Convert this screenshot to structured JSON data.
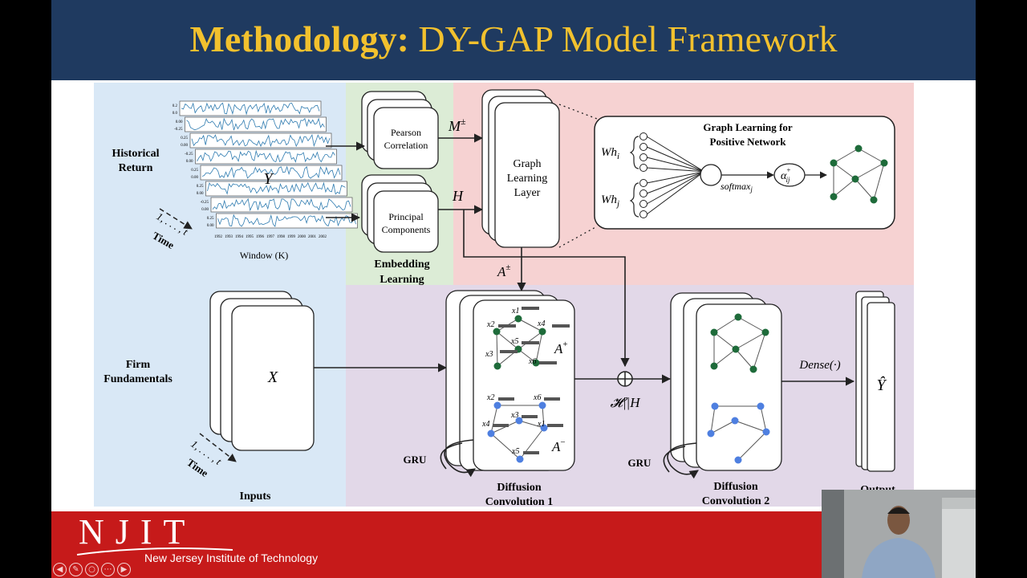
{
  "slide": {
    "title_bold": "Methodology:",
    "title_rest": " DY-GAP Model Framework"
  },
  "diagram": {
    "historical_return": [
      "Historical",
      "Return"
    ],
    "window_label": "Window (K)",
    "y_label": "Y",
    "time_seq": "1, . . . , t",
    "time_label": "Time",
    "years": [
      "1992",
      "1993",
      "1994",
      "1995",
      "1996",
      "1997",
      "1998",
      "1999",
      "2000",
      "2001",
      "2002"
    ],
    "mini_ticks": [
      "0.2",
      "0.0",
      "0.00",
      "-0.25",
      "0.25",
      "0.00",
      "-0.25",
      "0.00",
      "0.25",
      "0.00",
      "0.25",
      "0.00",
      "-0.25",
      "0.00",
      "0.25",
      "0.00"
    ],
    "pearson": [
      "Pearson",
      "Correlation"
    ],
    "principal": [
      "Principal",
      "Components"
    ],
    "embedding": [
      "Embedding",
      "Learning"
    ],
    "m_pm": "M",
    "m_sup": "±",
    "h_label": "H",
    "graph_learning_layer": [
      "Graph",
      "Learning",
      "Layer"
    ],
    "gl_title": [
      "Graph Learning for",
      "Positive Network"
    ],
    "wh_i": "Wh",
    "wh_i_sub": "i",
    "wh_j": "Wh",
    "wh_j_sub": "j",
    "softmax": "softmax",
    "softmax_sub": "j",
    "alpha": "α",
    "alpha_sup": "+",
    "alpha_sub": "ij",
    "a_pm": "A",
    "a_pm_sup": "±",
    "firm_fundamentals": [
      "Firm",
      "Fundamentals"
    ],
    "x_label": "X",
    "inputs": "Inputs",
    "a_plus": "A",
    "a_plus_sup": "+",
    "a_minus": "A",
    "a_minus_sup": "−",
    "pos_nodes": [
      "x1",
      "x2",
      "x4",
      "x5",
      "x3",
      "x6"
    ],
    "neg_nodes": [
      "x2",
      "x6",
      "x3",
      "x4",
      "x1",
      "x5"
    ],
    "gru": "GRU",
    "diffusion1": [
      "Diffusion",
      "Convolution 1"
    ],
    "diffusion2": [
      "Diffusion",
      "Convolution 2"
    ],
    "concat": "𝓗||H",
    "dense": "Dense(·)",
    "y_hat": "Ŷ",
    "output": "Output"
  },
  "footer": {
    "logo": "NJIT",
    "institute": "New Jersey Institute of Technology",
    "nav_icons": [
      "arrow-left-icon",
      "pen-icon",
      "circle-icon",
      "menu-icon",
      "arrow-right-icon"
    ]
  },
  "colors": {
    "header_bg": "#1f3a60",
    "title_color": "#f2c12e",
    "footer_bg": "#c61a1a",
    "panel_blue": "#d9e8f6",
    "panel_green": "#dcecd6",
    "panel_red": "#f6d2d2",
    "panel_purple": "#e2d8e8",
    "node_green": "#1e6b3a",
    "node_blue": "#4e7fe0",
    "series_line": "#2e7bb0"
  }
}
